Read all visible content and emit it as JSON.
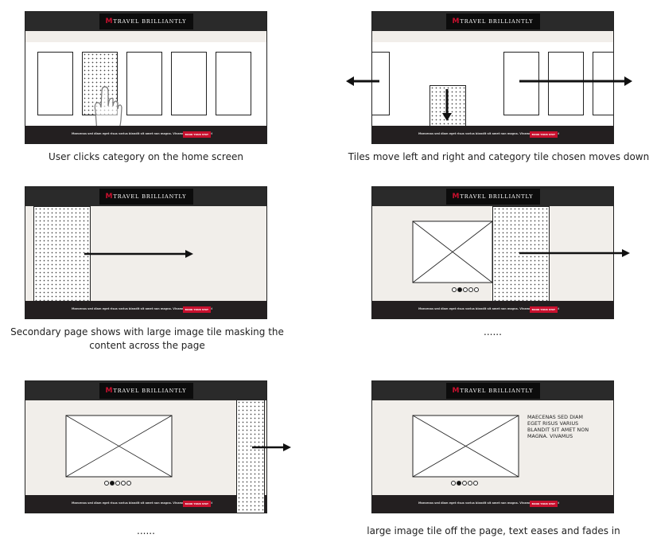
{
  "brand": {
    "logo_mark": "M",
    "logo_text": "TRAVEL BRILLIANTLY",
    "accent_color": "#c8102e",
    "bar_color": "#2a2a2a"
  },
  "footer": {
    "text": "Maecenas sed diam eget risus varius blandit sit amet non magna. Vivamus sagittis lacus vel",
    "button_label": "BOOK YOUR STAY"
  },
  "steps": [
    {
      "caption": "User clicks category on the home screen"
    },
    {
      "caption": "Tiles move left and right and category tile chosen moves down"
    },
    {
      "caption": "Secondary page shows with large image tile masking the content across the page"
    },
    {
      "caption": "......"
    },
    {
      "caption": "......"
    },
    {
      "caption": "large image tile off the page, text eases and fades in"
    }
  ],
  "detail_text": "MAECENAS SED DIAM\nEGET RISUS VARIUS\nBLANDIT SIT AMET NON\nMAGNA. VIVAMUS",
  "carousel": {
    "count": 5,
    "active_index": 1
  },
  "icons": [
    "hand-pointer-icon",
    "arrow-left-icon",
    "arrow-right-icon",
    "arrow-down-icon",
    "image-placeholder-icon"
  ]
}
